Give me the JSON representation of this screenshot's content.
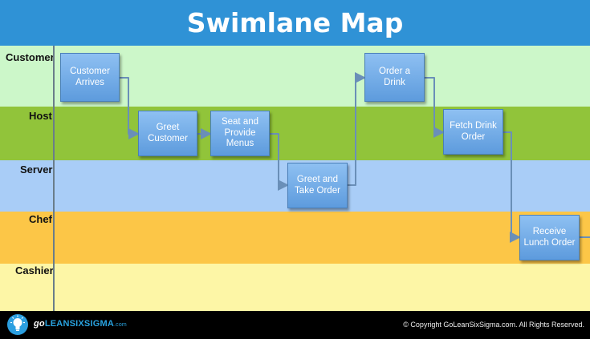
{
  "title": "Swimlane Map",
  "lanes": [
    {
      "label": "Customer",
      "color": "#ccf7c9"
    },
    {
      "label": "Host",
      "color": "#91c43a"
    },
    {
      "label": "Server",
      "color": "#a9cdf7"
    },
    {
      "label": "Chef",
      "color": "#fcc647"
    },
    {
      "label": "Cashier",
      "color": "#fdf6a6"
    }
  ],
  "steps": [
    {
      "id": "customer-arrives",
      "text": "Customer Arrives",
      "lane": "Customer"
    },
    {
      "id": "greet-customer",
      "text": "Greet Customer",
      "lane": "Host"
    },
    {
      "id": "seat-provide-menus",
      "text": "Seat and Provide Menus",
      "lane": "Host"
    },
    {
      "id": "greet-take-order",
      "text": "Greet and Take Order",
      "lane": "Server"
    },
    {
      "id": "order-drink",
      "text": "Order a Drink",
      "lane": "Customer"
    },
    {
      "id": "fetch-drink-order",
      "text": "Fetch Drink Order",
      "lane": "Host"
    },
    {
      "id": "receive-lunch-order",
      "text": "Receive Lunch Order",
      "lane": "Chef"
    }
  ],
  "footer": {
    "logo_go": "go",
    "logo_main": "LEANSIXSIGMA",
    "logo_com": ".com",
    "copyright": "© Copyright GoLeanSixSigma.com. All Rights Reserved."
  },
  "colors": {
    "title_bar": "#2f92d6",
    "box": "#6fa8e6",
    "arrow": "#6a8fb8"
  }
}
